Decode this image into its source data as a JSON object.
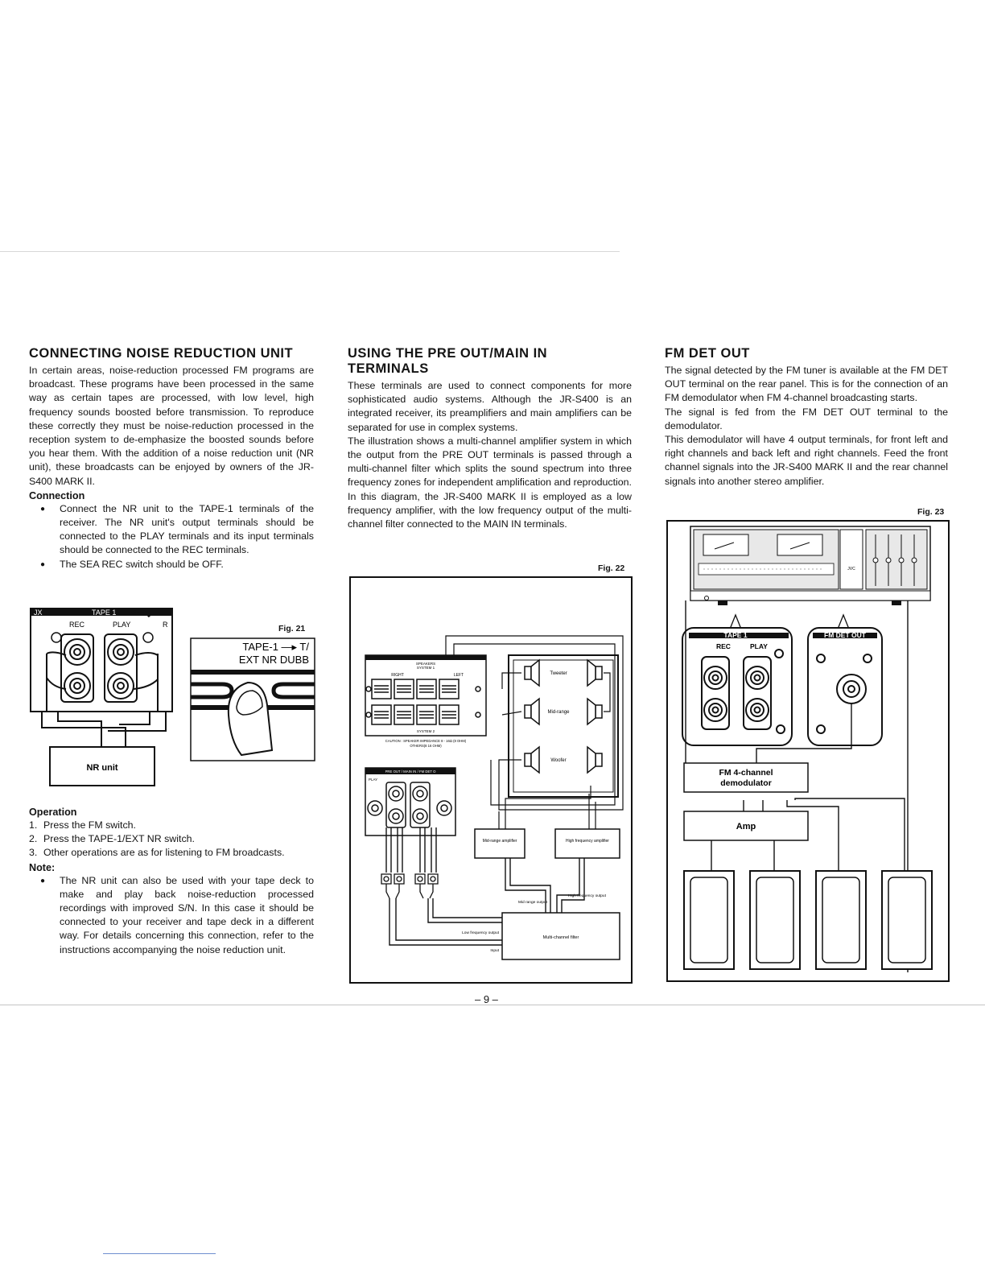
{
  "left": {
    "title": "CONNECTING NOISE REDUCTION UNIT",
    "intro": "In certain areas, noise-reduction processed FM programs are broadcast. These programs have been processed in the same way as certain tapes are processed, with low level, high frequency sounds boosted before transmission. To reproduce these correctly they must be noise-reduction processed in the reception system to de-emphasize the boosted sounds before you hear them. With the addition of a noise reduction unit (NR unit), these broadcasts can be enjoyed by owners of the JR-S400 MARK II.",
    "connection_heading": "Connection",
    "connection_items": [
      "Connect the NR unit to the TAPE-1 terminals of the receiver. The NR unit's output terminals should be connected to the PLAY terminals and its input terminals should be connected to the REC terminals.",
      "The SEA REC switch should be OFF."
    ],
    "fig21": {
      "label": "Fig. 21",
      "jx": "JX",
      "tape": "TAPE 1",
      "rec": "REC",
      "play": "PLAY",
      "r": "R",
      "nr_unit": "NR unit",
      "switch_line1": "TAPE-1 —▸ T/",
      "switch_line2": "EXT NR DUBB"
    },
    "operation_heading": "Operation",
    "operation_items": [
      "Press the FM switch.",
      "Press the TAPE-1/EXT NR switch.",
      "Other operations are as for listening to FM broadcasts."
    ],
    "operation_numbers": [
      "1.",
      "2.",
      "3."
    ],
    "note_heading": "Note:",
    "note_items": [
      "The NR unit can also be used with your tape deck to make and play back noise-reduction processed recordings with improved S/N. In this case it should be connected to your receiver and tape deck in a different way. For details concerning this connection, refer to the instructions accompanying the noise reduction unit."
    ]
  },
  "middle": {
    "title": "USING THE PRE OUT/MAIN IN TERMINALS",
    "para1": "These terminals are used to connect components for more sophisticated audio systems. Although the JR-S400 is an integrated receiver, its preamplifiers and main amplifiers can be separated for use in complex systems.",
    "para2": "The illustration shows a multi-channel amplifier system in which the output from the PRE OUT terminals is passed through a multi-channel filter which splits the sound spectrum into three frequency zones for independent amplification and reproduction. In this diagram, the JR-S400 MARK II is employed as a low frequency amplifier, with the low frequency output of the multi-channel filter connected to the MAIN IN terminals.",
    "fig22": {
      "label": "Fig. 22",
      "speakers": "SPEAKERS",
      "system1": "SYSTEM 1",
      "system2": "SYSTEM 2",
      "right": "RIGHT",
      "left": "LEFT",
      "caution": "CAUTION : SPEAKER IMPEDANCE 8 - 16Ω (8 OHM)",
      "caution2": "OTHERS(8 16 OHM)",
      "pre_out": "PRE OUT / MAIN IN / FM DET O",
      "play": "PLAY",
      "tweeter": "Tweeter",
      "midrange": "Mid-range",
      "woofer": "Woofer",
      "mid_amp": "Mid-range amplifier",
      "high_amp": "High frequency amplifier",
      "mid_out": "Mid range output",
      "high_out": "High frequency output",
      "low_out": "Low frequency output",
      "input": "Input",
      "filter": "Multi-channel filter"
    }
  },
  "right": {
    "title": "FM DET OUT",
    "para1": "The signal detected by the FM tuner is available at the FM DET OUT terminal on the rear panel. This is for the connection of an FM demodulator when FM 4-channel broadcasting starts.",
    "para2": "The signal is fed from the FM DET OUT terminal to the demodulator.",
    "para3": "This demodulator will have 4 output terminals, for front left and right channels and back left and right channels. Feed the front channel signals into the JR-S400 MARK II and the rear channel signals into another stereo amplifier.",
    "fig23": {
      "label": "Fig. 23",
      "tape": "TAPE 1",
      "rec": "REC",
      "play": "PLAY",
      "fmdet": "FM DET OUT",
      "demod": "FM 4-channel demodulator",
      "amp": "Amp",
      "brand": "JVC"
    }
  },
  "page_number": "– 9 –"
}
